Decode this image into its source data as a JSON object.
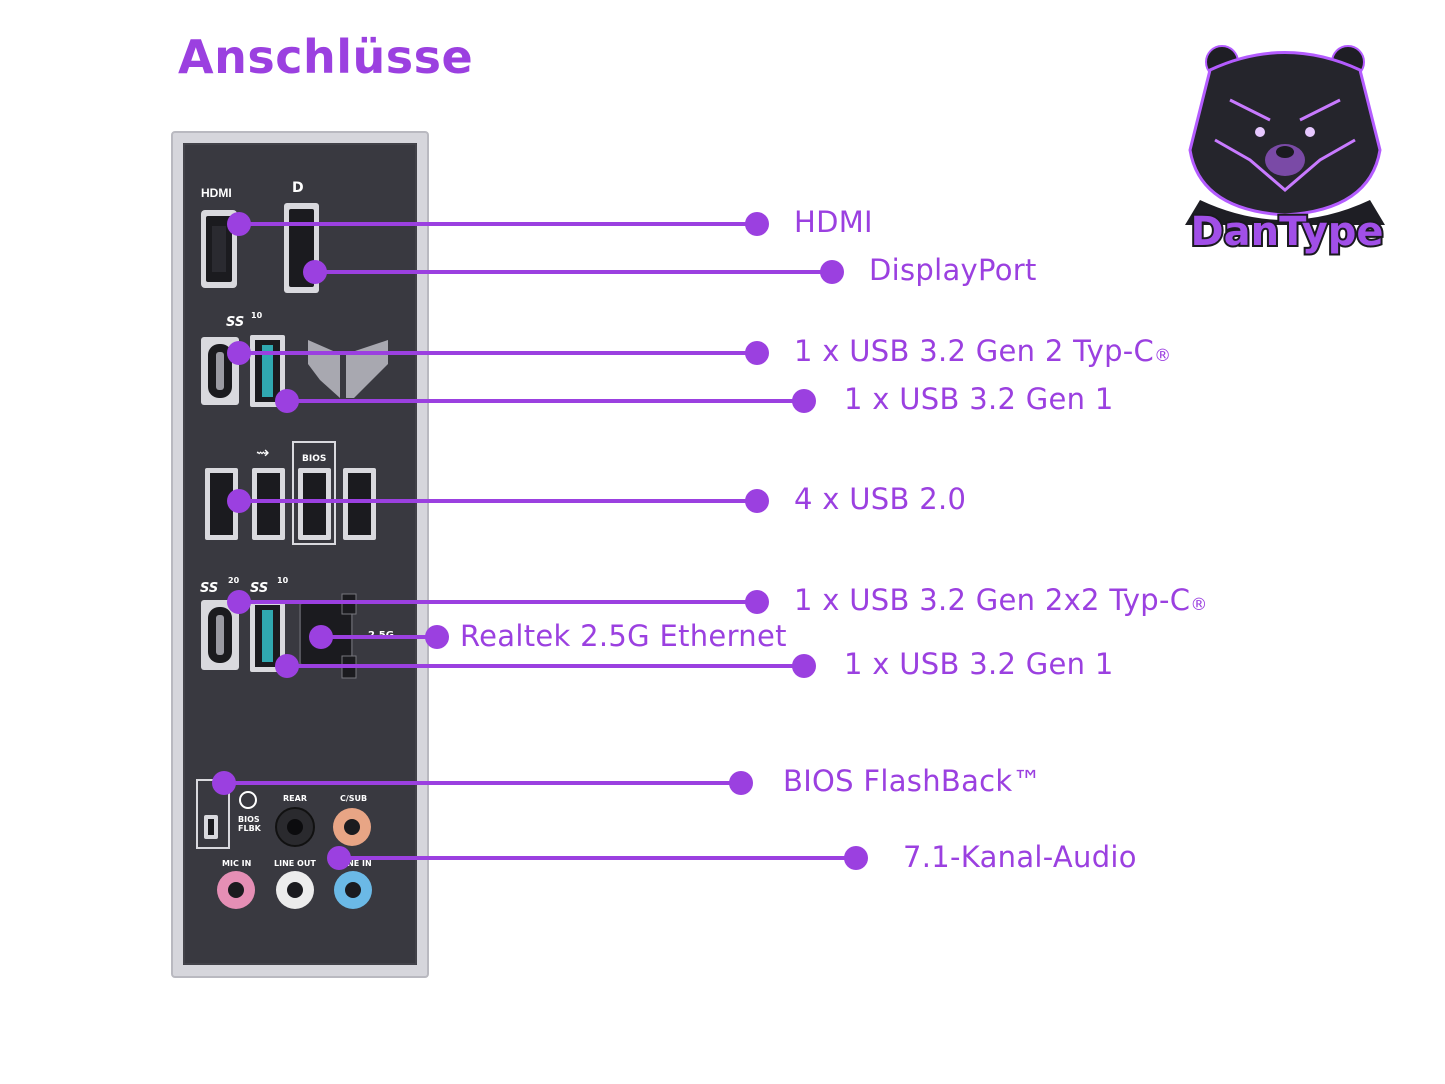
{
  "title": "Anschlüsse",
  "accent_color": "#9b40e0",
  "panel": {
    "top_labels": {
      "hdmi": "HDMI",
      "usb3_10": "SS",
      "bios": "BIOS",
      "usb3_20": "SS",
      "usb3_10b": "SS",
      "lan": "2.5G"
    },
    "audio": {
      "bios_flbk": "BIOS FLBK",
      "rear": "REAR",
      "csub": "C/SUB",
      "mic_in": "MIC IN",
      "line_out": "LINE OUT",
      "line_in": "LINE IN"
    }
  },
  "ports": [
    {
      "id": "hdmi",
      "text": "HDMI",
      "suffix": ""
    },
    {
      "id": "displayport",
      "text": "DisplayPort",
      "suffix": ""
    },
    {
      "id": "usb-c-gen2",
      "text": "1 x USB 3.2 Gen 2 Typ-C",
      "suffix": "®"
    },
    {
      "id": "usb-a-gen1-a",
      "text": "1 x USB 3.2 Gen 1",
      "suffix": ""
    },
    {
      "id": "usb20",
      "text": "4 x USB 2.0",
      "suffix": ""
    },
    {
      "id": "usb-c-gen2x2",
      "text": "1 x USB 3.2 Gen 2x2 Typ-C",
      "suffix": "®"
    },
    {
      "id": "ethernet",
      "text": "Realtek 2.5G Ethernet",
      "suffix": ""
    },
    {
      "id": "usb-a-gen1-b",
      "text": "1 x USB 3.2 Gen 1",
      "suffix": ""
    },
    {
      "id": "bios-flashback",
      "text": "BIOS FlashBack™",
      "suffix": ""
    },
    {
      "id": "audio",
      "text": "7.1-Kanal-Audio",
      "suffix": ""
    }
  ],
  "logo": {
    "brand": "DanType",
    "icon": "bear-icon"
  }
}
